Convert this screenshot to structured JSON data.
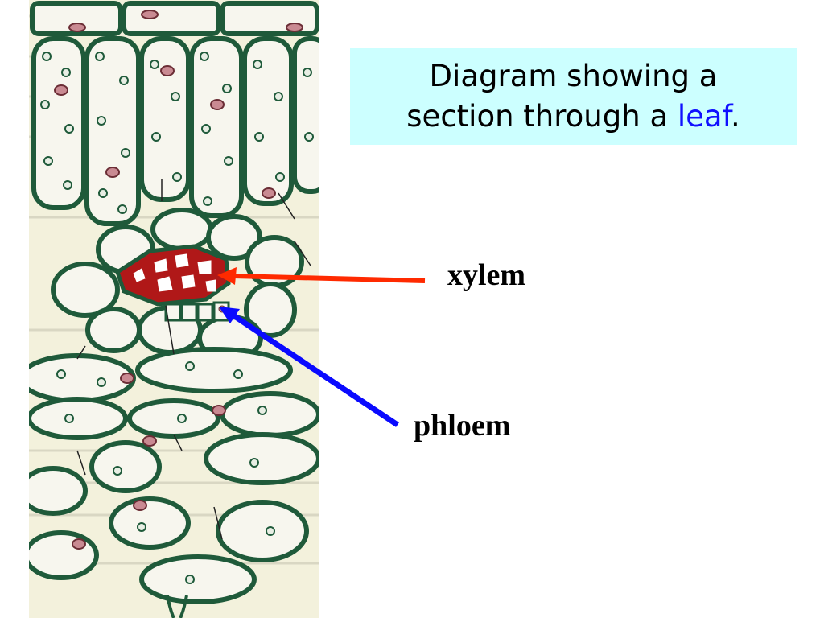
{
  "title": {
    "line1": "Diagram showing a",
    "line2_prefix": "section through a ",
    "line2_accent": "leaf",
    "line2_suffix": "."
  },
  "labels": {
    "xylem": "xylem",
    "phloem": "phloem"
  },
  "colors": {
    "title_background": "#ccffff",
    "title_accent": "#1010ff",
    "xylem_arrow": "#ff2a00",
    "phloem_arrow": "#0a0aff",
    "cell_wall": "#1f5a3a",
    "xylem_fill": "#b01818",
    "chloroplast": "#e8eee4",
    "nucleus": "#c98a92",
    "page_background": "#f3f1dc"
  },
  "icons": {
    "xylem_arrow": "arrow-left-icon",
    "phloem_arrow": "arrow-up-left-icon"
  }
}
